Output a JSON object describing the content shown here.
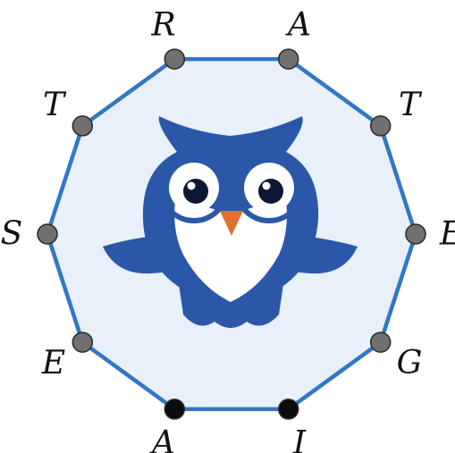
{
  "decagon": {
    "fill_color": "#e8f0fa",
    "stroke_color": "#2f78c4",
    "vertices": [
      {
        "label": "R",
        "state": "gray"
      },
      {
        "label": "A",
        "state": "gray"
      },
      {
        "label": "T",
        "state": "gray"
      },
      {
        "label": "E",
        "state": "gray"
      },
      {
        "label": "G",
        "state": "gray"
      },
      {
        "label": "I",
        "state": "black"
      },
      {
        "label": "A",
        "state": "black"
      },
      {
        "label": "E",
        "state": "gray"
      },
      {
        "label": "S",
        "state": "gray"
      },
      {
        "label": "T",
        "state": "gray"
      }
    ]
  },
  "colors": {
    "gray_dot": "#707070",
    "black_dot": "#0c0c0c",
    "dot_outline": "#2a2a2a"
  },
  "owl": {
    "icon": "owl-logo-icon",
    "body_color": "#2a57a8",
    "face_color": "#ffffff",
    "beak_color": "#e07030"
  }
}
